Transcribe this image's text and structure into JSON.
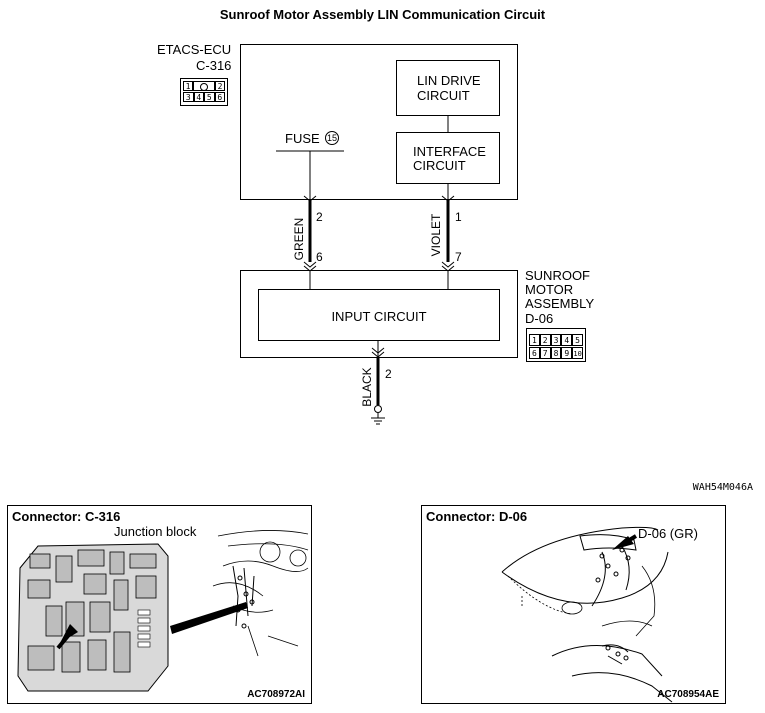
{
  "title": "Sunroof Motor Assembly LIN Communication Circuit",
  "etacs": {
    "name": "ETACS-ECU",
    "connector": "C-316",
    "pins_top": [
      "1",
      "",
      "2"
    ],
    "pins_bottom": [
      "3",
      "4",
      "5",
      "6"
    ]
  },
  "blocks": {
    "lin_drive": "LIN DRIVE\nCIRCUIT",
    "interface": "INTERFACE\nCIRCUIT",
    "input": "INPUT CIRCUIT"
  },
  "fuse": {
    "label": "FUSE",
    "number": "15"
  },
  "wires": {
    "green": {
      "color": "GREEN",
      "pin_top": "2",
      "pin_bottom": "6"
    },
    "violet": {
      "color": "VIOLET",
      "pin_top": "1",
      "pin_bottom": "7"
    },
    "black": {
      "color": "BLACK",
      "pin": "2"
    }
  },
  "sunroof": {
    "name_line1": "SUNROOF",
    "name_line2": "MOTOR",
    "name_line3": "ASSEMBLY",
    "connector": "D-06",
    "pins_top": [
      "1",
      "2",
      "3",
      "4",
      "5"
    ],
    "pins_bottom": [
      "6",
      "7",
      "8",
      "9",
      "10"
    ]
  },
  "diagram_code": "WAH54M046A",
  "panels": [
    {
      "title": "Connector: C-316",
      "caption": "Junction block",
      "code": "AC708972AI"
    },
    {
      "title": "Connector: D-06",
      "caption": "D-06 (GR)",
      "code": "AC708954AE"
    }
  ]
}
